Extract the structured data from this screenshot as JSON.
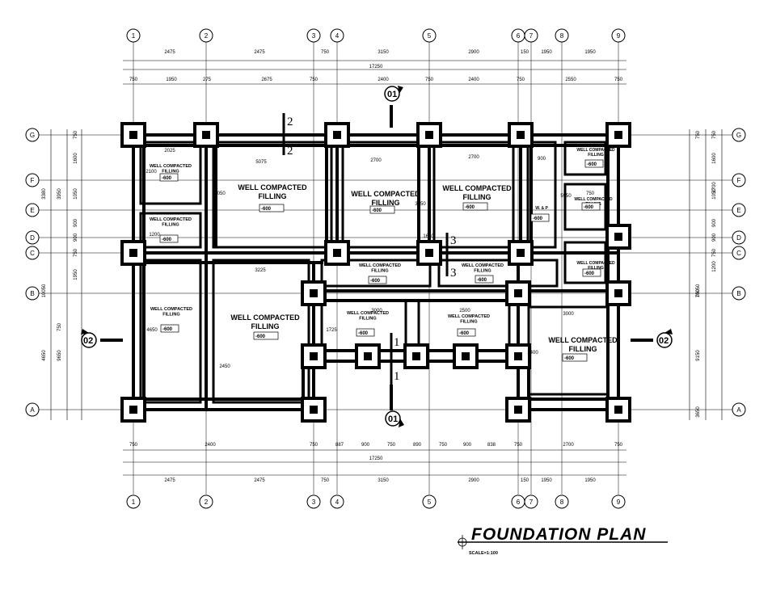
{
  "drawing": {
    "title": "FOUNDATION PLAN",
    "scale": "SCALE=1:100"
  },
  "grids": {
    "vertical": [
      "1",
      "2",
      "3",
      "4",
      "5",
      "6",
      "7",
      "8",
      "9"
    ],
    "horizontal": [
      "G",
      "F",
      "E",
      "D",
      "C",
      "B",
      "A"
    ]
  },
  "dimensions": {
    "top_row1": [
      "2475",
      "2475",
      "750",
      "3150",
      "2900",
      "150",
      "1950",
      "1950"
    ],
    "overall": "17250",
    "top_row2": [
      "750",
      "1950",
      "275",
      "2675",
      "750",
      "2400",
      "750",
      "2400",
      "750",
      "2550",
      "750"
    ],
    "bottom_row1": [
      "750",
      "2400",
      "750",
      "887",
      "900",
      "750",
      "890",
      "750",
      "900",
      "838",
      "750",
      "2700",
      "750"
    ],
    "bottom_row2": [
      "2475",
      "2475",
      "750",
      "3150",
      "2900",
      "150",
      "1950",
      "1950"
    ],
    "left": [
      "750",
      "1600",
      "1050",
      "900",
      "900",
      "750",
      "1950",
      "9650",
      "3950",
      "750",
      "10050",
      "3380",
      "4650"
    ],
    "right": [
      "750",
      "1600",
      "2700",
      "1050",
      "900",
      "900",
      "750",
      "1200",
      "10050",
      "750",
      "9150",
      "3650",
      "750"
    ],
    "interior": [
      "2025",
      "2100",
      "5075",
      "2700",
      "2700",
      "900",
      "3225",
      "1050",
      "2500",
      "3000",
      "3000",
      "1725",
      "4650",
      "2400",
      "2450",
      "3950",
      "5950",
      "1200",
      "750",
      "1650"
    ]
  },
  "rooms": {
    "fill_title_1": "WELL COMPACTED",
    "fill_title_2": "FILLING",
    "level": "-600",
    "wp": "W. & P"
  },
  "sections": {
    "s1": "1",
    "s2": "2",
    "s3": "3",
    "e01": "01",
    "e02": "02"
  }
}
